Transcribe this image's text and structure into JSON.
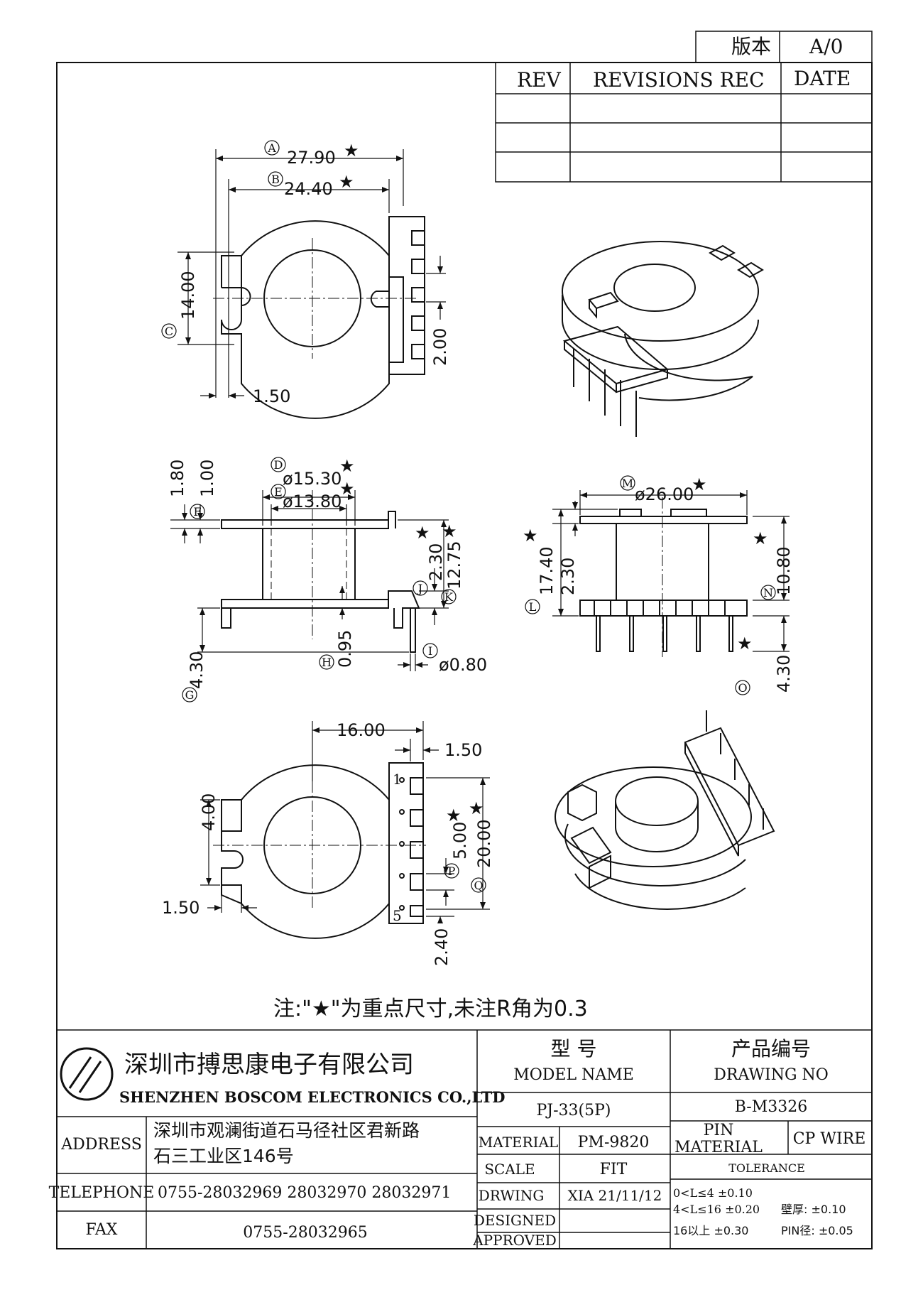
{
  "version": {
    "label": "版本",
    "value": "A/0"
  },
  "revisions": {
    "headers": [
      "REV",
      "REVISIONS REC",
      "DATE"
    ]
  },
  "dims": {
    "A": "27.90",
    "B": "24.40",
    "C": "14.00",
    "pin_pitch": "2.00",
    "flange": "1.50",
    "D": "ø15.30",
    "E": "ø13.80",
    "F1": "1.80",
    "F2": "1.00",
    "J": "2.30",
    "K": "12.75",
    "G": "4.30",
    "H": "0.95",
    "I": "ø0.80",
    "M": "ø26.00",
    "L": "17.40",
    "L2": "2.30",
    "N": "10.80",
    "O": "4.30",
    "w16": "16.00",
    "r150": "1.50",
    "h400": "4.00",
    "l150": "1.50",
    "P": "5.00",
    "Q": "20.00",
    "b240": "2.40",
    "pin1": "1",
    "pin5": "5"
  },
  "letters": {
    "A": "A",
    "B": "B",
    "C": "C",
    "D": "D",
    "E": "E",
    "F": "F",
    "G": "G",
    "H": "H",
    "I": "I",
    "J": "J",
    "K": "K",
    "L": "L",
    "M": "M",
    "N": "N",
    "O": "O",
    "P": "P",
    "Q": "Q"
  },
  "star": "★",
  "note": "注:\"★\"为重点尺寸,未注R角为0.3",
  "company": {
    "cn": "深圳市搏思康电子有限公司",
    "en": "SHENZHEN BOSCOM ELECTRONICS CO.,LTD"
  },
  "title_block": {
    "model_cn": "型 号",
    "model_en": "MODEL NAME",
    "model_value": "PJ-33(5P)",
    "drawing_cn": "产品编号",
    "drawing_en": "DRAWING NO",
    "drawing_value": "B-M3326",
    "address_label": "ADDRESS",
    "address_line1": "深圳市观澜街道石马径社区君新路",
    "address_line2": "石三工业区146号",
    "telephone_label": "TELEPHONE",
    "telephone_value": "0755-28032969 28032970 28032971",
    "fax_label": "FAX",
    "fax_value": "0755-28032965",
    "material_label": "MATERIAL",
    "material_value": "PM-9820",
    "scale_label": "SCALE",
    "scale_value": "FIT",
    "drawing_label": "DRWING",
    "drawing_by": "XIA 21/11/12",
    "designed_label": "DESIGNED",
    "approved_label": "APPROVED",
    "pin_material_l1": "PIN",
    "pin_material_l2": "MATERIAL",
    "pin_material_value": "CP WIRE",
    "tolerance_label": "TOLERANCE",
    "tol1": "0<L≤4  ±0.10",
    "tol2": "4<L≤16 ±0.20",
    "tol3": "16以上   ±0.30",
    "wall": "壁厚: ±0.10",
    "pin_dia": "PIN径: ±0.05"
  }
}
